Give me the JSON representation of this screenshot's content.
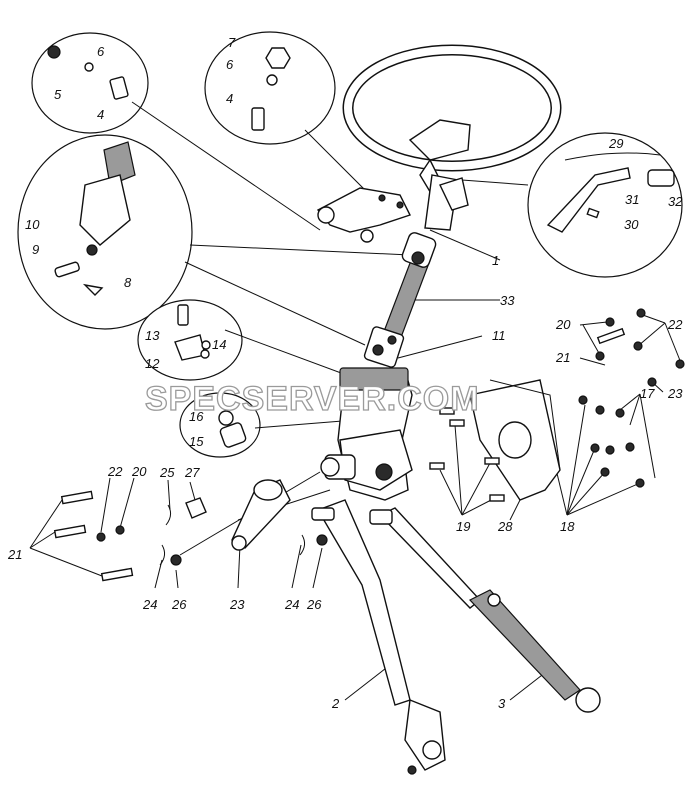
{
  "watermark": "SPECSERVER.COM",
  "callouts": {
    "c1": "1",
    "c2": "2",
    "c3": "3",
    "c4a": "4",
    "c4b": "4",
    "c5": "5",
    "c6a": "6",
    "c6b": "6",
    "c7": "7",
    "c8": "8",
    "c9": "9",
    "c10": "10",
    "c11": "11",
    "c12": "12",
    "c13": "13",
    "c14": "14",
    "c15": "15",
    "c16": "16",
    "c17": "17",
    "c18": "18",
    "c19": "19",
    "c20a": "20",
    "c20b": "20",
    "c21a": "21",
    "c21b": "21",
    "c22a": "22",
    "c22b": "22",
    "c23a": "23",
    "c23b": "23",
    "c24a": "24",
    "c24b": "24",
    "c25": "25",
    "c26a": "26",
    "c26b": "26",
    "c27": "27",
    "c28": "28",
    "c29": "29",
    "c30": "30",
    "c31": "31",
    "c32": "32",
    "c33": "33"
  }
}
